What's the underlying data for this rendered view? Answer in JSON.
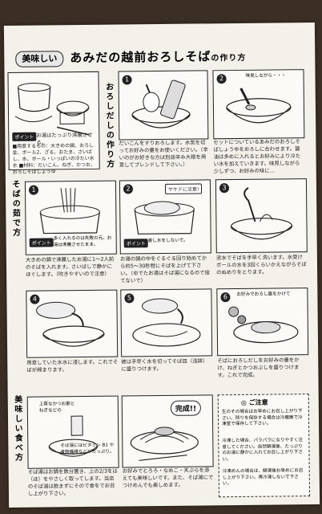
{
  "header": {
    "badge": "美味しい",
    "title": "あみだの越前おろしそば",
    "suffix": "の作り方"
  },
  "sections": {
    "oroshi_dashi": "おろしだしの作り方",
    "soba_yudekata": "そばの茹で方",
    "oishii_tabekata": "美味しい食べ方"
  },
  "panel_prep": {
    "tag": "ポイント",
    "caption": "お湯はたっぷり沸騰させる。",
    "body": "■用意するもの：大きめの鍋、おろし金、ボール2、ざる、おたま、さいばし、水、ボール・いっぱいの冷たい水 水 ■材料：だいこん、ねぎ、かつお、おろしそばしょうゆ"
  },
  "dashi1": {
    "num": "1",
    "caption": "だいこんをすりおろします。水気を切ってお好みの量をお使いください。（辛いのがお好きな方は別途辛み大根を用意してブレンドして下さい。）"
  },
  "dashi2": {
    "num": "2",
    "callout": "味見しながら・・・",
    "caption": "セットについているあみだのおろしそばしょうゆをおろしに合わせます。醤油は多めに入れるとお好みにより冷たい水を加えていきます。味見しながら少しずつ、お好みの味に…"
  },
  "yude1": {
    "num": "1",
    "tag": "ポイント",
    "point": "多く入れるのは失敗の元。お湯は沸騰させたまま。",
    "caption": "大きめの鍋で沸騰したお湯に1～2人前のそばを入れます。さいばしで静かにほぐします。（吹きやすいので注意）"
  },
  "yude2": {
    "num": "2",
    "warn": "ヤケドに注意!",
    "tag": "ポイント",
    "point": "差し水をしないで。",
    "caption": "お湯の鍋の中をぐるぐる回り始めてから約5～30秒程にそばを上げて下さい。（ゆでたお湯はそば湯になるので捨てないで）"
  },
  "yude3": {
    "num": "3",
    "caption": "流水でそばを手早く洗います。水受けボールの水を3回くらいかえながらそばのぬめりをとります。"
  },
  "yude4": {
    "num": "4",
    "caption": "用意していた水水に浸します。これでそばが締まります。"
  },
  "yude5": {
    "num": "5",
    "caption": "被は手早く水を切ってそば皿（浅鉢）に盛りつけます。"
  },
  "yude6": {
    "num": "6",
    "callout": "お好みでおろし醤をかけて",
    "caption": "そばにおろしだしをお好みの量をかけ、ねぎとかつおぶしを盛りつけます。これで完成。"
  },
  "eat1": {
    "label1": "上質なかつお節と",
    "label2": "ねぎなどの",
    "point": "そば湯にはビタミン B1 や食物繊維などがたっぷり。",
    "caption": "そば湯はお鍋を数分置き、上の2/3をは（ほ）をやさしく取ってします。当店のそば湯は飲まずにそので食をでお召し上がり下さい。"
  },
  "eat2": {
    "done": "完成!!",
    "caption": "お好みでとろろ・なめこ・天ぷらを添えても美味しいです。また、そば湯にでつけめんでも楽しめます。"
  },
  "notes": {
    "heading": "ご注意",
    "items": [
      "生のその場合はお早めにお召し上がり下さい。残りを保存する場合は冷蔵庫で冷凍室で保存して下さい。",
      "冷凍した場合、パラパラになりやすく注意してください。自然解凍後、たっぷりのお湯に静かに入れてお召し上がり下さい。",
      "冷凍めんの場合は、解凍後お早めにお召し上がり下さい。再冷凍しないで下さい。"
    ]
  }
}
